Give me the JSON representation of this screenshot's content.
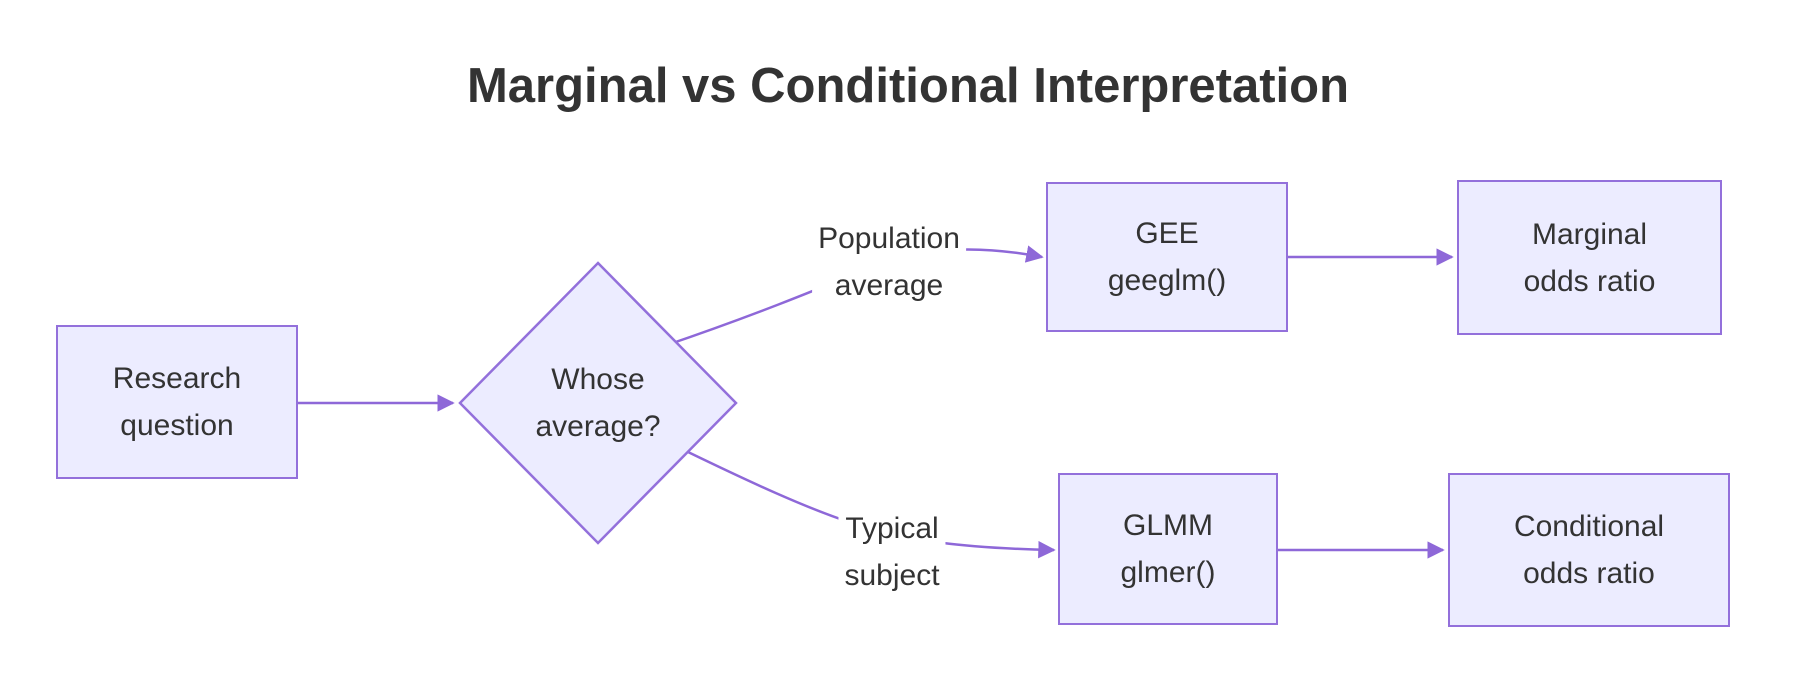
{
  "title": "Marginal vs Conditional Interpretation",
  "diagram": {
    "type": "flowchart",
    "direction": "left-to-right",
    "colors": {
      "node_fill": "#ECECFF",
      "node_border": "#9370DB",
      "edge_line": "#8E68D8",
      "text": "#333333",
      "background": "#FFFFFF"
    },
    "nodes": {
      "research": {
        "shape": "rect",
        "lines": [
          "Research",
          "question"
        ]
      },
      "decision": {
        "shape": "diamond",
        "lines": [
          "Whose",
          "average?"
        ]
      },
      "gee": {
        "shape": "rect",
        "lines": [
          "GEE",
          "geeglm()"
        ]
      },
      "marginal": {
        "shape": "rect",
        "lines": [
          "Marginal",
          "odds ratio"
        ]
      },
      "glmm": {
        "shape": "rect",
        "lines": [
          "GLMM",
          "glmer()"
        ]
      },
      "conditional": {
        "shape": "rect",
        "lines": [
          "Conditional",
          "odds ratio"
        ]
      }
    },
    "edges": [
      {
        "from": "research",
        "to": "decision",
        "label_lines": []
      },
      {
        "from": "decision",
        "to": "gee",
        "label_lines": [
          "Population",
          "average"
        ]
      },
      {
        "from": "decision",
        "to": "glmm",
        "label_lines": [
          "Typical",
          "subject"
        ]
      },
      {
        "from": "gee",
        "to": "marginal",
        "label_lines": []
      },
      {
        "from": "glmm",
        "to": "conditional",
        "label_lines": []
      }
    ]
  }
}
